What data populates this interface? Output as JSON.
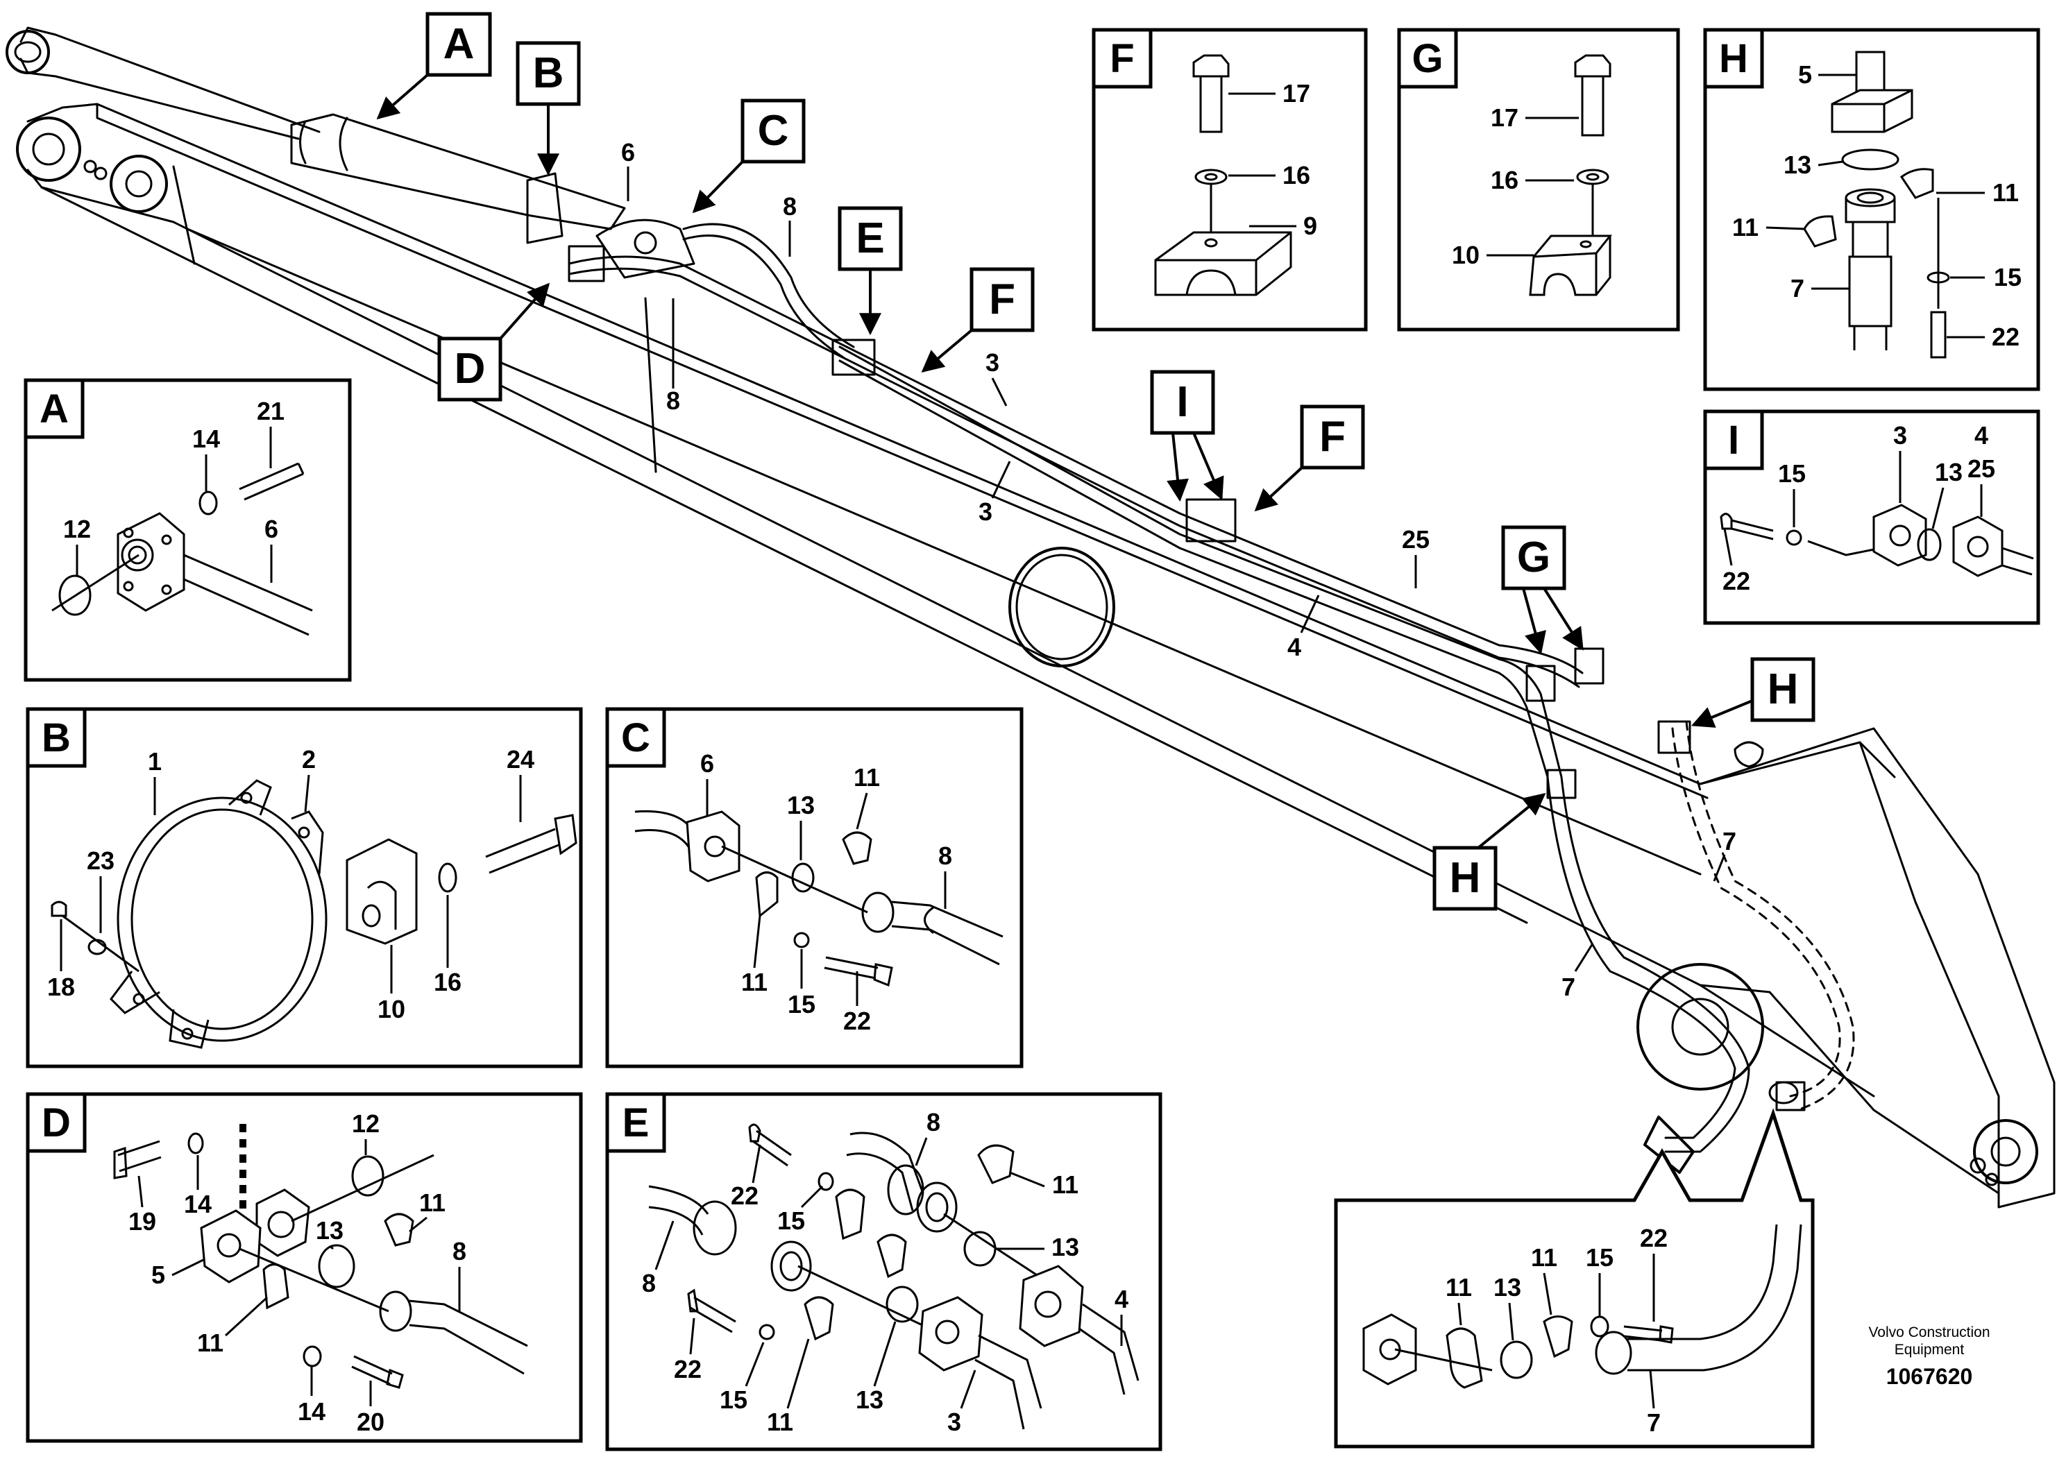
{
  "footer": {
    "brand_line1": "Volvo Construction",
    "brand_line2": "Equipment",
    "drawing_number": "1067620"
  },
  "main_view": {
    "callouts": {
      "A": "A",
      "B": "B",
      "C": "C",
      "D": "D",
      "E": "E",
      "F1": "F",
      "F2": "F",
      "G": "G",
      "H1": "H",
      "H2": "H",
      "I": "I"
    },
    "labels": {
      "l6": "6",
      "l8a": "8",
      "l8b": "8",
      "l3a": "3",
      "l3b": "3",
      "l25": "25",
      "l4": "4",
      "l7a": "7",
      "l7b": "7"
    }
  },
  "panels": {
    "A": {
      "letter": "A",
      "p14": "14",
      "p21": "21",
      "p12": "12",
      "p6": "6"
    },
    "B": {
      "letter": "B",
      "p1": "1",
      "p2": "2",
      "p24": "24",
      "p23": "23",
      "p18": "18",
      "p10": "10",
      "p16": "16"
    },
    "C": {
      "letter": "C",
      "p6": "6",
      "p13": "13",
      "p11a": "11",
      "p8": "8",
      "p11b": "11",
      "p15": "15",
      "p22": "22"
    },
    "D": {
      "letter": "D",
      "p12": "12",
      "p19": "19",
      "p14a": "14",
      "p11a": "11",
      "p13": "13",
      "p5": "5",
      "p8": "8",
      "p11b": "11",
      "p14b": "14",
      "p20": "20"
    },
    "E": {
      "letter": "E",
      "p8a": "8",
      "p22a": "22",
      "p15a": "15",
      "p11a": "11",
      "p13a": "13",
      "p8b": "8",
      "p4": "4",
      "p22b": "22",
      "p15b": "15",
      "p11b": "11",
      "p13b": "13",
      "p3": "3"
    },
    "F": {
      "letter": "F",
      "p17": "17",
      "p16": "16",
      "p9": "9"
    },
    "G": {
      "letter": "G",
      "p17": "17",
      "p16": "16",
      "p10": "10"
    },
    "H": {
      "letter": "H",
      "p5": "5",
      "p13": "13",
      "p11a": "11",
      "p11b": "11",
      "p7": "7",
      "p15": "15",
      "p22": "22"
    },
    "I": {
      "letter": "I",
      "p15": "15",
      "p3": "3",
      "p4": "4",
      "p13": "13",
      "p25": "25",
      "p22": "22"
    },
    "detail": {
      "p11a": "11",
      "p15": "15",
      "p22": "22",
      "p11b": "11",
      "p13": "13",
      "p7": "7"
    }
  },
  "icons": {
    "main_drawing": "excavator-boom-hydraulic-lines",
    "fittings": "flange-clamp-hose-fitting"
  }
}
